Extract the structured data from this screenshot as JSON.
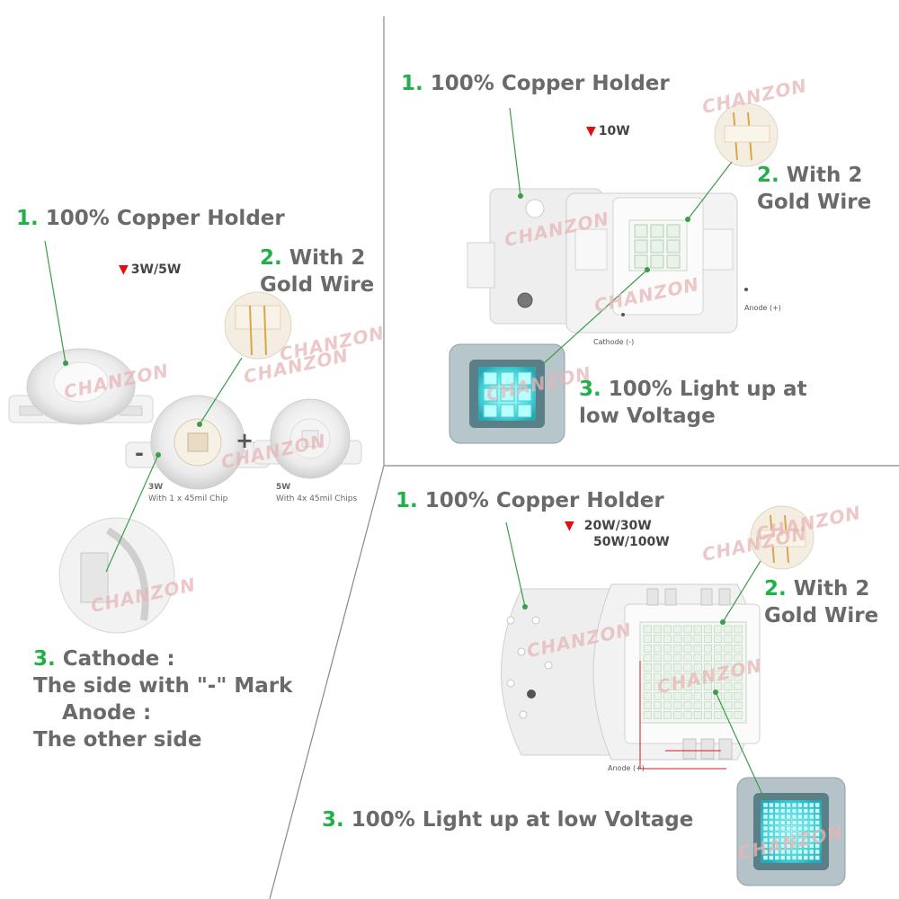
{
  "watermark": "CHANZON",
  "colors": {
    "number_green": "#22b04a",
    "label_gray": "#6a6a6a",
    "triangle_red": "#e01010",
    "led_cyan": "#4fe6e6"
  },
  "left_panel": {
    "holder_num": "1.",
    "holder_text": "100% Copper Holder",
    "wattage": "3W/5W",
    "wire_num": "2.",
    "wire_line1": "With 2",
    "wire_line2": "Gold Wire",
    "minus": "-",
    "plus": "+",
    "led3_title": "3W",
    "led3_sub": "With 1 x 45mil Chip",
    "led5_title": "5W",
    "led5_sub": "With 4x 45mil Chips",
    "cathode_num": "3.",
    "cathode_title": "Cathode  :",
    "cathode_desc": "The side with \"-\" Mark",
    "anode_title": "Anode  :",
    "anode_desc": "The other side"
  },
  "top_right_panel": {
    "holder_num": "1.",
    "holder_text": "100% Copper Holder",
    "wattage": "10W",
    "wire_num": "2.",
    "wire_line1": "With 2",
    "wire_line2": "Gold Wire",
    "anode": "Anode (+)",
    "cathode": "Cathode (-)",
    "light_num": "3.",
    "light_line1": "100% Light up at",
    "light_line2": "low Voltage"
  },
  "bottom_right_panel": {
    "holder_num": "1.",
    "holder_text": "100% Copper Holder",
    "wattage_line1": "20W/30W",
    "wattage_line2": "50W/100W",
    "wire_num": "2.",
    "wire_line1": "With 2",
    "wire_line2": "Gold Wire",
    "anode": "Anode (+)",
    "light_num": "3.",
    "light_text": "100% Light up at low Voltage"
  }
}
